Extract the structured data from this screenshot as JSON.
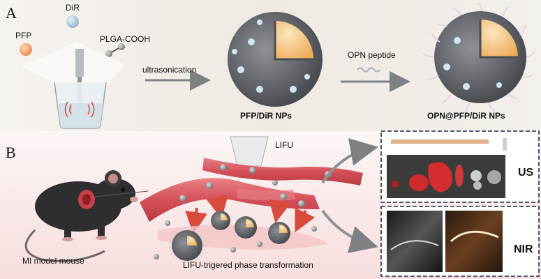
{
  "panel_a": {
    "letter": "A",
    "reagents": {
      "pfp": "PFP",
      "dir": "DiR",
      "plga": "PLGA-COOH"
    },
    "step1": "ultrasonication",
    "product1": "PFP/DiR NPs",
    "step2": "OPN peptide",
    "product2": "OPN@PFP/DiR NPs"
  },
  "panel_b": {
    "letter": "B",
    "lifu": "LIFU",
    "mouse": "MI model mouse",
    "process": "LIFU-trigered phase transformation",
    "label_top": "US",
    "label_bottom": "NIR"
  },
  "colors": {
    "background_a": "#f1ece6",
    "nanoparticle_shell": "#5d6166",
    "nanoparticle_core": "#f2bf75",
    "vessel": "#d9535a",
    "arrow": "#d94b3c",
    "frame": "#1f2a4d"
  }
}
